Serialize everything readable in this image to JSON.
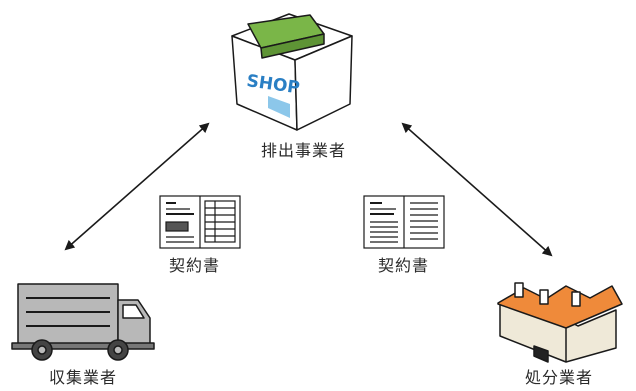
{
  "nodes": {
    "generator": {
      "label": "排出事業者",
      "sign_text": "SHOP"
    },
    "collector": {
      "label": "収集業者"
    },
    "disposal": {
      "label": "処分業者"
    }
  },
  "contracts": {
    "left": {
      "label": "契約書"
    },
    "right": {
      "label": "契約書"
    }
  },
  "colors": {
    "line": "#1a1a1a",
    "shop_sign": "#7ab648",
    "shop_text": "#2a7fc4",
    "shop_door": "#8cc7ea",
    "truck_body": "#b8b8b8",
    "factory_roof": "#ef8a3a",
    "factory_wall": "#efe9d8"
  }
}
